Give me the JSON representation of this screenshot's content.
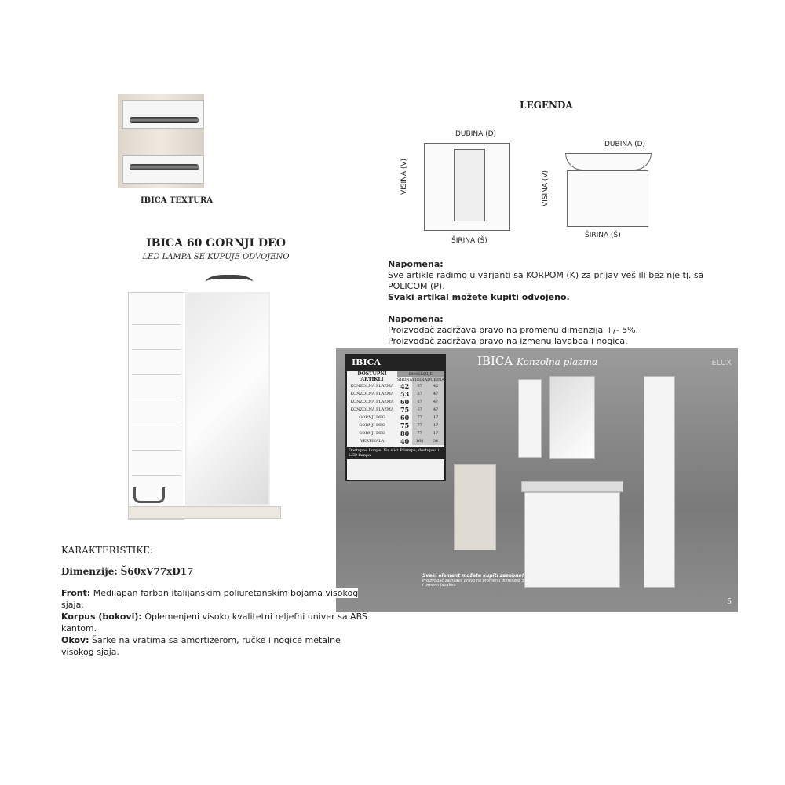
{
  "texture": {
    "caption": "IBICA TEXTURA"
  },
  "product": {
    "title": "IBICA 60 GORNJI DEO",
    "subtitle": "LED LAMPA SE KUPUJE ODVOJENO"
  },
  "specs": {
    "heading": "KARAKTERISTIKE:",
    "dim_label": "Dimenzije:",
    "dim_value": "Š60xV77xD17",
    "front_label": "Front:",
    "front_text": "Medijapan farban italijanskim poliuretanskim bojama visokog sjaja.",
    "korpus_label": "Korpus (bokovi):",
    "korpus_text": "Oplemenjeni visoko kvalitetni reljefni univer sa ABS kantom.",
    "okov_label": "Okov:",
    "okov_text": "Šarke na vratima sa amortizerom, ručke i nogice metalne visokog sjaja."
  },
  "legend": {
    "title": "LEGENDA",
    "depth": "DUBINA (D)",
    "height": "VISINA (V)",
    "width": "ŠIRINA (Š)"
  },
  "notes": [
    {
      "label": "Napomena:",
      "lines": [
        "Sve artikle radimo u varjanti sa KORPOM (K) za prljav veš ili bez nje tj. sa POLICOM (P)."
      ],
      "bold": "Svaki artikal možete kupiti odvojeno."
    },
    {
      "label": "Napomena:",
      "lines": [
        "Proizvođač zadržava pravo na promenu dimenzija +/- 5%.",
        "Proizvođač zadržava pravo na izmenu lavaboa i nogica."
      ]
    }
  ],
  "catalog": {
    "title": "IBICA",
    "subtitle": "Konzolna plazma",
    "brand": "ELUX",
    "page": "5",
    "table": {
      "name": "IBICA",
      "col0": "DOSTUPNI ARTIKLI",
      "dim_header": "DIMENZIJE",
      "cols": [
        "ŠIRINA",
        "VISINA",
        "DUBINA"
      ],
      "rows": [
        [
          "KONZOLNA PLAZMA",
          "42",
          "67",
          "42"
        ],
        [
          "KONZOLNA PLAZMA",
          "53",
          "67",
          "47"
        ],
        [
          "KONZOLNA PLAZMA",
          "60",
          "67",
          "47"
        ],
        [
          "KONZOLNA PLAZMA",
          "75",
          "67",
          "47"
        ],
        [
          "GORNJI DEO",
          "60",
          "77",
          "17"
        ],
        [
          "GORNJI DEO",
          "75",
          "77",
          "17"
        ],
        [
          "GORNJI DEO",
          "80",
          "77",
          "17"
        ],
        [
          "VERTIKALA",
          "40",
          "160",
          "34"
        ]
      ],
      "footer": "Dostupne lampe: Na slici P lampa, dostupna i LED lampa"
    },
    "note_bold": "Svaki element možete kupiti zasebno!",
    "note": "Proizvođač zadržava pravo na promenu dimenzija ±5% i izmenu lavaboa."
  }
}
